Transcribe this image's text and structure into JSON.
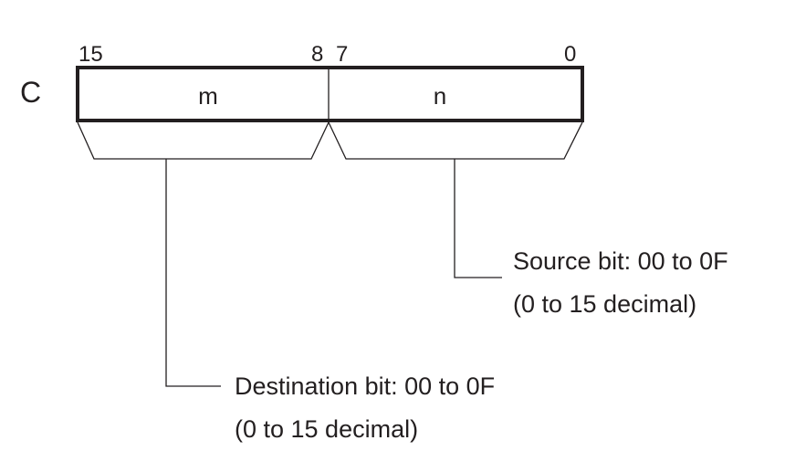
{
  "operand": "C",
  "bits": {
    "msb": "15",
    "upper_lsb": "8",
    "lower_msb": "7",
    "lsb": "0"
  },
  "fields": {
    "upper": "m",
    "lower": "n"
  },
  "source": {
    "line1": "Source bit: 00 to 0F",
    "line2": "(0 to 15 decimal)"
  },
  "destination": {
    "line1": "Destination bit: 00 to 0F",
    "line2": "(0 to 15 decimal)"
  },
  "colors": {
    "ink": "#231f20",
    "background": "#ffffff"
  }
}
